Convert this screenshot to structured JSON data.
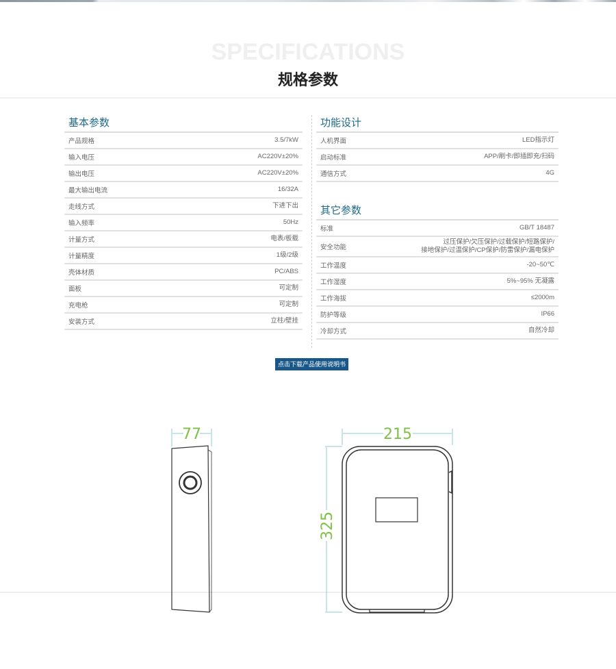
{
  "header": {
    "bg_word": "SPECIFICATIONS",
    "title": "规格参数"
  },
  "basic": {
    "title": "基本参数",
    "rows": [
      [
        "产品规格",
        "3.5/7kW"
      ],
      [
        "输入电压",
        "AC220V±20%"
      ],
      [
        "输出电压",
        "AC220V±20%"
      ],
      [
        "最大输出电流",
        "16/32A"
      ],
      [
        "走线方式",
        "下进下出"
      ],
      [
        "输入频率",
        "50Hz"
      ],
      [
        "计量方式",
        "电表/板载"
      ],
      [
        "计量精度",
        "1级/2级"
      ],
      [
        "壳体材质",
        "PC/ABS"
      ],
      [
        "面板",
        "可定制"
      ],
      [
        "充电枪",
        "可定制"
      ],
      [
        "安装方式",
        "立柱/壁挂"
      ]
    ]
  },
  "function": {
    "title": "功能设计",
    "rows": [
      [
        "人机界面",
        "LED指示灯"
      ],
      [
        "启动标准",
        "APP/刷卡/即插即充/扫码"
      ],
      [
        "通信方式",
        "4G"
      ]
    ]
  },
  "other": {
    "title": "其它参数",
    "rows": [
      [
        "标准",
        "GB/T 18487"
      ],
      [
        "安全功能",
        "过压保护/欠压保护/过载保护/短路保护/\n接地保护/过温保护/CP保护/防雷保护/漏电保护"
      ],
      [
        "工作温度",
        "-20~50℃"
      ],
      [
        "工作湿度",
        "5%~95% 无凝露"
      ],
      [
        "工作海拔",
        "≤2000m"
      ],
      [
        "防护等级",
        "IP66"
      ],
      [
        "冷却方式",
        "自然冷却"
      ]
    ]
  },
  "download_button": "点击下载产品使用说明书",
  "drawing": {
    "depth": "77",
    "width": "215",
    "height": "325"
  },
  "colors": {
    "accent": "#1e6a8a",
    "button": "#1a5789",
    "dimension": "#7ec04a"
  }
}
